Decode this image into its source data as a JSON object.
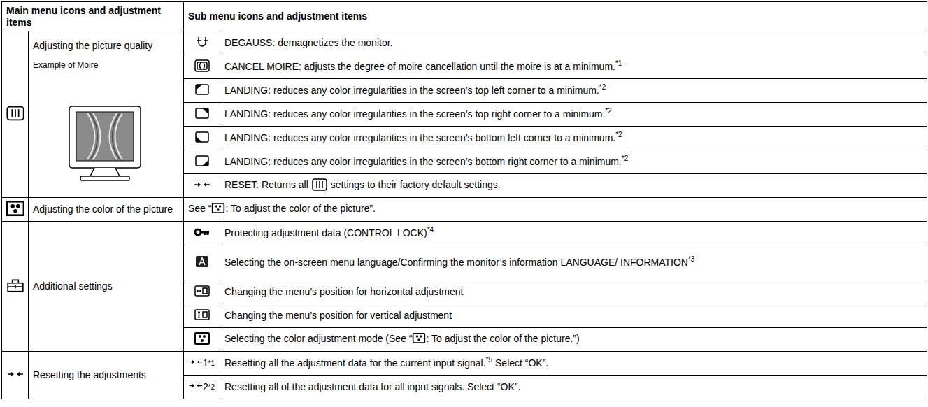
{
  "diagram": {
    "labels": [
      "Main menu icons and adjustment items",
      "Sub menu icons and adjustment items",
      "Adjusting the picture quality",
      "Example of Moire",
      "DEGAUSS: demagnetizes the monitor.",
      "CANCEL MOIRE: adjusts the degree of moire cancellation until the moire is at a minimum.",
      "*1",
      "LANDING: reduces any color irregularities in the screen’s top left corner to a minimum.",
      "*2",
      "LANDING: reduces any color irregularities in the screen’s top right corner to a minimum.",
      "*2",
      "LANDING: reduces any color irregularities in the screen’s bottom left corner to a minimum.",
      "*2",
      "LANDING: reduces any color irregularities in the screen’s bottom right corner to a minimum.",
      "*2",
      "RESET: Returns all",
      "settings to their factory default settings.",
      "Adjusting the color of the picture",
      "See “",
      ": To adjust the color of the picture”.",
      "Additional settings",
      "Protecting adjustment data (CONTROL LOCK)",
      "*4",
      "Selecting the on-screen menu language/Confirming the monitor’s information LANGUAGE/ INFORMATION",
      "*3",
      "Changing the menu’s position for horizontal adjustment",
      "Changing the menu’s position for vertical adjustment",
      "Selecting the color adjustment mode (See “",
      ": To adjust the color of the picture.”)",
      "Resetting the adjustments",
      "1",
      "*1",
      "Resetting all the adjustment data for the current input signal.",
      "*5",
      "Select “OK”.",
      "2",
      "*2",
      "Resetting all of the adjustment data for all input signals. Select “OK”."
    ]
  }
}
